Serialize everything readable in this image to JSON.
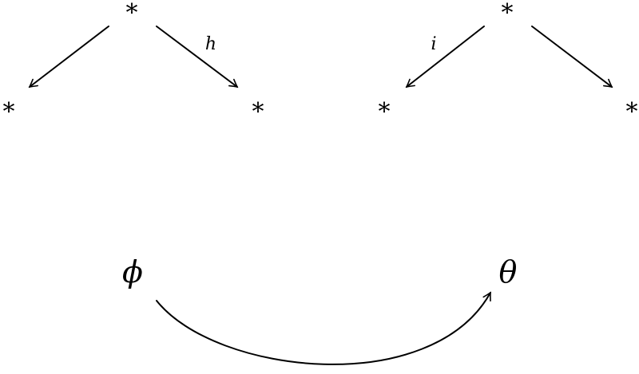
{
  "left_diagram": {
    "top": "*",
    "left": "*",
    "right": "*",
    "right_arrow_label": "h"
  },
  "right_diagram": {
    "top": "*",
    "left": "*",
    "right": "*",
    "left_arrow_label": "i"
  },
  "bottom": {
    "source": "ϕ",
    "target": "θ"
  }
}
